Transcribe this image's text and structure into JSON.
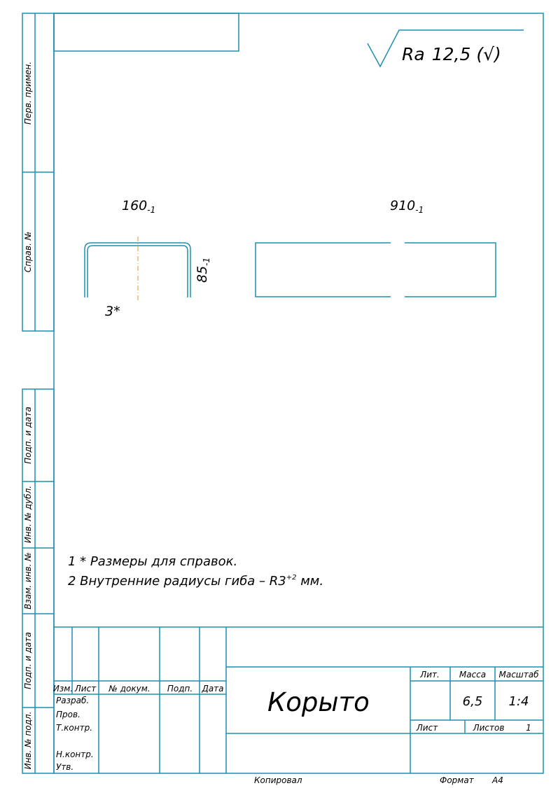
{
  "colors": {
    "frame": "#1f8fb0",
    "centerline": "#e0962a",
    "ink": "#000000",
    "paper": "#ffffff"
  },
  "side_labels": {
    "perv_primen": "Перв. примен.",
    "sprav_no": "Справ. №",
    "podp_data_1": "Подп. и дата",
    "inv_dubl": "Инв. № дубл.",
    "vzam_inv": "Взам. инв. №",
    "podp_data_2": "Подп. и дата",
    "inv_podl": "Инв. № подл."
  },
  "roughness": {
    "label": "Ra",
    "value": "12,5",
    "suffix": "(√)"
  },
  "drawing": {
    "dim_width": "160",
    "dim_width_tol": "-1",
    "dim_height": "85",
    "dim_height_tol": "-1",
    "dim_length": "910",
    "dim_length_tol": "-1",
    "thickness_label": "3*"
  },
  "notes": {
    "note1": "1  * Размеры для справок.",
    "note2_main": "2  Внутренние радиусы гиба – R3",
    "note2_tol": "+2",
    "note2_unit": " мм."
  },
  "title_block": {
    "headers": {
      "izm": "Изм.",
      "list": "Лист",
      "dokum": "№ докум.",
      "podp": "Подп.",
      "data": "Дата"
    },
    "roles": {
      "razrab": "Разраб.",
      "prov": "Пров.",
      "tkontr": "Т.контр.",
      "nkontr": "Н.контр.",
      "utv": "Утв."
    },
    "part_name": "Корыто",
    "lit_label": "Лит.",
    "massa_label": "Масса",
    "masshtab_label": "Масштаб",
    "massa_value": "6,5",
    "masshtab_value": "1:4",
    "list_label": "Лист",
    "listov_label": "Листов",
    "listov_value": "1"
  },
  "footer": {
    "kopiroval": "Копировал",
    "format_label": "Формат",
    "format_value": "A4"
  }
}
